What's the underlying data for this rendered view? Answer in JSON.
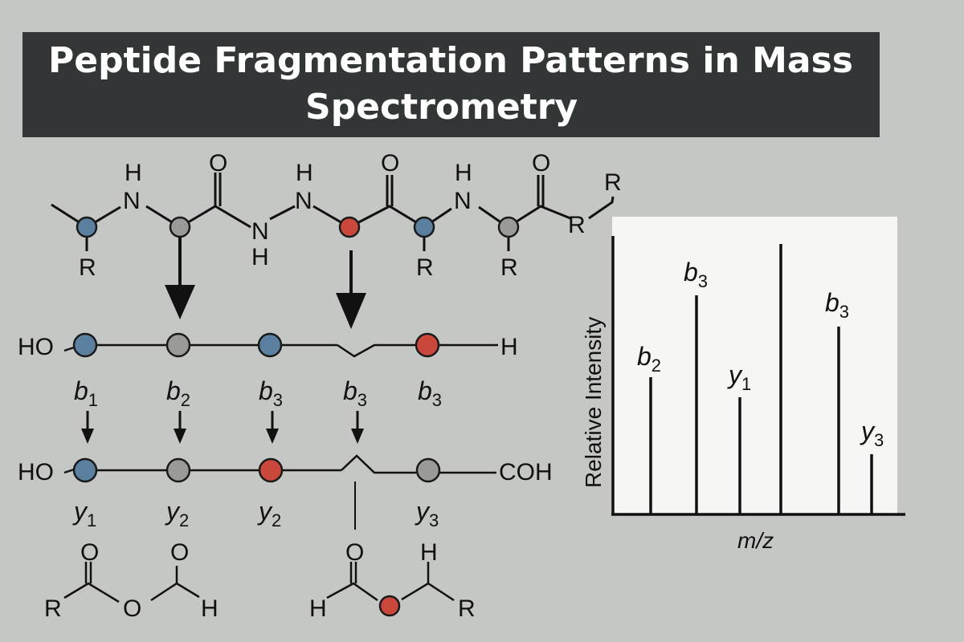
{
  "title": {
    "line1": "Peptide Fragmentation Patterns in Mass",
    "line2": "Spectrometry"
  },
  "colors": {
    "background": "#c5c7c4",
    "title_bg": "#333637",
    "blue_residue": "#5b7f9f",
    "gray_residue": "#9a9a98",
    "red_residue": "#c9483b",
    "plot_bg": "#f6f6f4"
  },
  "backbone": {
    "atoms": {
      "H": "H",
      "N": "N",
      "O": "O",
      "R": "R"
    }
  },
  "b_chain": {
    "left_end": "HO",
    "right_end": "H",
    "labels": [
      {
        "base": "b",
        "sub": "1"
      },
      {
        "base": "b",
        "sub": "2"
      },
      {
        "base": "b",
        "sub": "3"
      },
      {
        "base": "b",
        "sub": "3"
      },
      {
        "base": "b",
        "sub": "3"
      }
    ]
  },
  "y_chain": {
    "left_end": "HO",
    "right_end": "COH",
    "labels": [
      {
        "base": "y",
        "sub": "1"
      },
      {
        "base": "y",
        "sub": "2"
      },
      {
        "base": "y",
        "sub": "2"
      },
      {
        "base": "y",
        "sub": "3"
      }
    ]
  },
  "fragments": {
    "left": {
      "R": "R",
      "O_top": "O",
      "O_mid": "O",
      "O_top2": "O",
      "H": "H"
    },
    "right": {
      "O_top": "O",
      "H_left": "H",
      "H_top": "H",
      "R": "R"
    }
  },
  "chart_data": {
    "type": "bar",
    "title": "",
    "xlabel": "m/z",
    "ylabel": "Relative Intensity",
    "categories": [
      "b2",
      "b3",
      "y1",
      "(unlabeled)",
      "b3",
      "y3"
    ],
    "values": [
      50,
      78,
      43,
      100,
      70,
      20
    ],
    "ylim": [
      0,
      100
    ],
    "grid": false,
    "legend": null,
    "annotations": [
      {
        "peak": 1,
        "base": "b",
        "sub": "2"
      },
      {
        "peak": 2,
        "base": "b",
        "sub": "3"
      },
      {
        "peak": 3,
        "base": "y",
        "sub": "1"
      },
      {
        "peak": 5,
        "base": "b",
        "sub": "3"
      },
      {
        "peak": 6,
        "base": "y",
        "sub": "3"
      }
    ]
  }
}
